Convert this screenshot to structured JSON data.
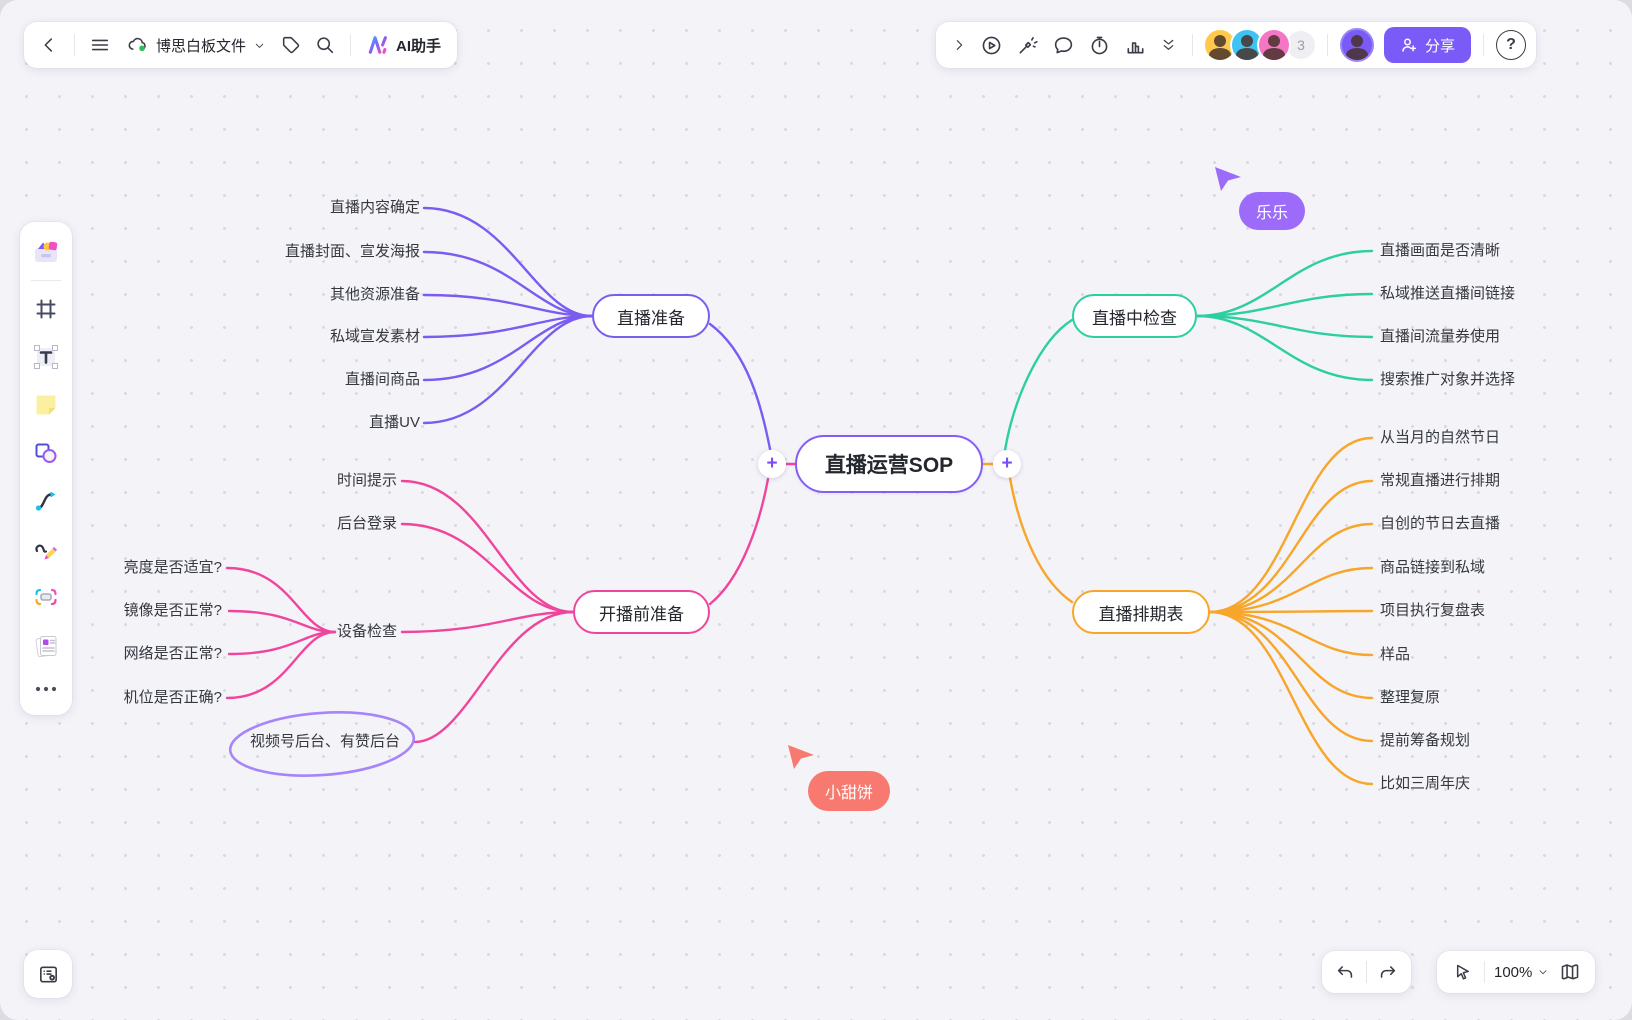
{
  "header_left": {
    "file_name": "博思白板文件",
    "ai_assistant_label": "AI助手",
    "icons": [
      "chevron-left-icon",
      "menu-icon",
      "cloud-sync-icon",
      "chevron-down-icon",
      "tag-icon",
      "search-icon",
      "ai-logo-icon"
    ]
  },
  "header_right": {
    "icons": [
      "chevron-right-icon",
      "present-play-icon",
      "laser-pointer-icon",
      "comment-icon",
      "timer-icon",
      "vote-chart-icon",
      "double-chevron-down-icon"
    ],
    "collaborator_colors": [
      "#FFC94D",
      "#3EC3F2",
      "#F576C4"
    ],
    "extra_count": "3",
    "own_avatar_color": "#7B5BF7",
    "share_label": "分享",
    "help_label": "?"
  },
  "sidebar": {
    "tools": [
      "templates",
      "frame",
      "text",
      "sticky-note",
      "shapes",
      "connector",
      "pen",
      "mindmap",
      "cards",
      "more"
    ]
  },
  "mindmap": {
    "root": "直播运营SOP",
    "branches": [
      {
        "label": "直播准备",
        "color": "#7B5CF0",
        "children": [
          "直播内容确定",
          "直播封面、宣发海报",
          "其他资源准备",
          "私域宣发素材",
          "直播间商品",
          "直播UV"
        ]
      },
      {
        "label": "开播前准备",
        "color": "#F0459C",
        "children": [
          "时间提示",
          "后台登录",
          "设备检查",
          "视频号后台、有赞后台"
        ],
        "device_check_children": [
          "亮度是否适宜?",
          "镜像是否正常?",
          "网络是否正常?",
          "机位是否正确?"
        ],
        "highlight_ellipse_color": "#A685FA"
      },
      {
        "label": "直播中检查",
        "color": "#2DCEA1",
        "children": [
          "直播画面是否清晰",
          "私域推送直播间链接",
          "直播间流量券使用",
          "搜索推广对象并选择"
        ]
      },
      {
        "label": "直播排期表",
        "color": "#F7A62A",
        "children": [
          "从当月的自然节日",
          "常规直播进行排期",
          "自创的节日去直播",
          "商品链接到私域",
          "项目执行复盘表",
          "样品",
          "整理复原",
          "提前筹备规划",
          "比如三周年庆"
        ]
      }
    ]
  },
  "cursors": [
    {
      "name": "乐乐",
      "color": "#9D6BF9"
    },
    {
      "name": "小甜饼",
      "color": "#F8796F"
    }
  ],
  "footer": {
    "zoom_level": "100%"
  }
}
